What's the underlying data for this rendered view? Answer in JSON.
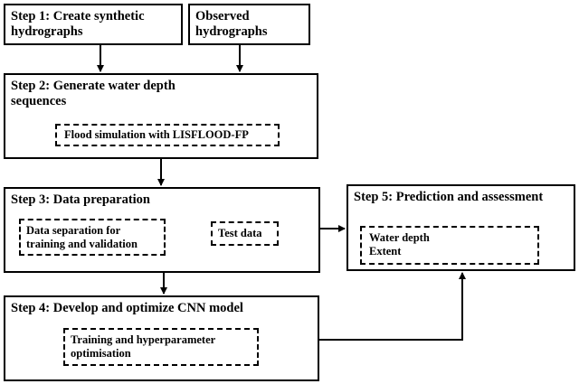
{
  "diagram": {
    "step1": {
      "title": "Step 1: Create synthetic\nhydrographs"
    },
    "observed": {
      "title": "Observed\nhydrographs"
    },
    "step2": {
      "title": "Step 2: Generate water depth\nsequences",
      "sub": "Flood simulation  with  LISFLOOD-FP"
    },
    "step3": {
      "title": "Step 3: Data preparation",
      "sub_split": "Data separation  for\ntraining  and  validation",
      "sub_test": "Test data"
    },
    "step4": {
      "title": "Step 4: Develop and optimize CNN model",
      "sub": "Training  and  hyperparameter\noptimisation"
    },
    "step5": {
      "title": "Step 5: Prediction and assessment",
      "sub": "Water depth\nExtent"
    }
  }
}
